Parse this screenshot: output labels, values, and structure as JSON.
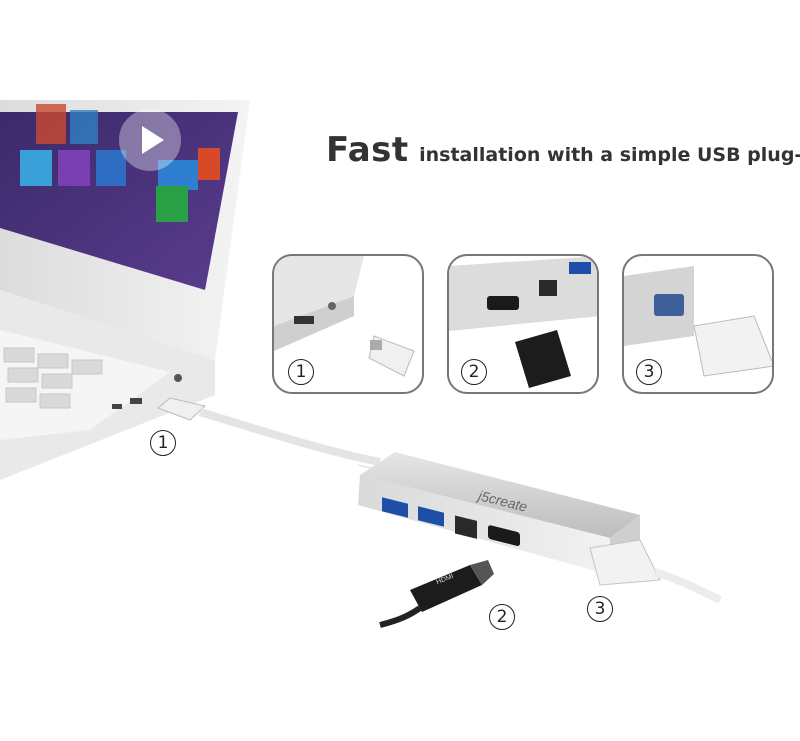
{
  "headline": {
    "big": "Fast",
    "rest": "installation with a simple USB plug-in"
  },
  "steps": [
    {
      "number": "1"
    },
    {
      "number": "2"
    },
    {
      "number": "3"
    }
  ],
  "device": {
    "brand": "j5create",
    "hdmi_plug_text": "HDMI"
  }
}
